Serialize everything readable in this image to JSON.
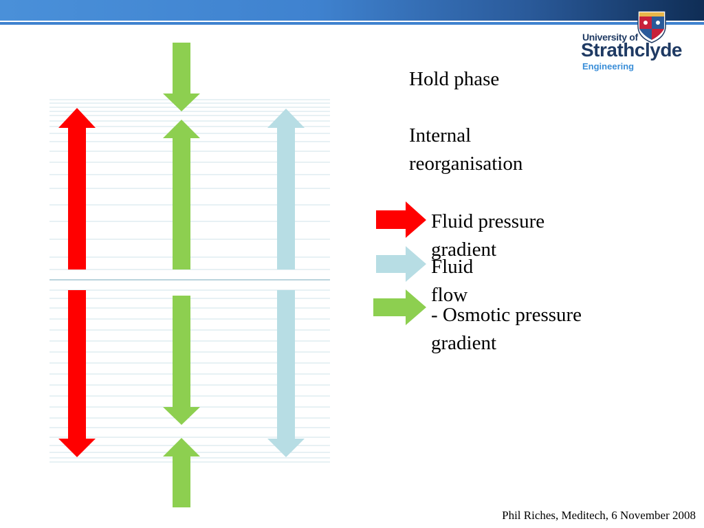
{
  "slide": {
    "hold_phase": "Hold phase",
    "internal_reorganisation": "Internal reorganisation",
    "fluid_pressure_gradient": "Fluid pressure gradient",
    "fluid_flow": "Fluid flow",
    "osmotic_pressure_gradient": "- Osmotic pressure gradient"
  },
  "footer": {
    "text": "Phil Riches, Meditech, 6 November 2008"
  },
  "logo": {
    "line1": "University of",
    "line2": "Strathclyde",
    "line3": "Engineering"
  },
  "colors": {
    "header": "#3f82cf",
    "fluid_pressure": "#ff0000",
    "fluid_flow": "#b7dde4",
    "osmotic": "#8dcf50",
    "tissue_lines": "#cfe3ea",
    "logo_navy": "#1f3a63",
    "logo_blue": "#3a8ed8"
  }
}
